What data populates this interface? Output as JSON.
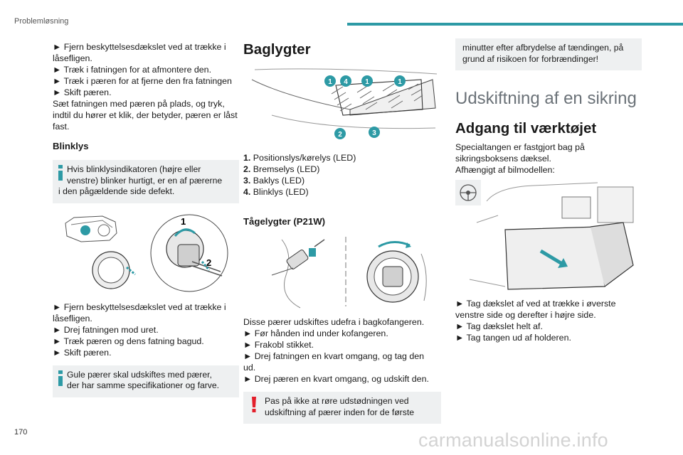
{
  "header": {
    "section": "Problemløsning",
    "accent": "#2d9aa5"
  },
  "page_number": "170",
  "watermark": "carmanualsonline.info",
  "col1": {
    "intro_lines": [
      "► Fjern beskyttelsesdækslet ved at trække i",
      "låsefligen.",
      "► Træk i fatningen for at afmontere den.",
      "► Træk i pæren for at fjerne den fra fatningen",
      "► Skift pæren.",
      "Sæt fatningen med pæren på plads, og tryk,",
      "indtil du hører et klik, der betyder, pæren er låst",
      "fast."
    ],
    "blinklys_heading": "Blinklys",
    "info_note_lines": [
      "Hvis blinklysindikatoren (højre eller",
      "venstre) blinker hurtigt, er en af pærerne",
      "i den pågældende side defekt."
    ],
    "fig_labels": [
      "1",
      "2"
    ],
    "steps_lines": [
      "► Fjern beskyttelsesdækslet ved at trække i",
      "låsefligen.",
      "► Drej fatningen mod uret.",
      "► Træk pæren og dens fatning bagud.",
      "► Skift pæren."
    ],
    "note2_lines": [
      "Gule pærer skal udskiftes med pærer,",
      "der har samme specifikationer og farve."
    ]
  },
  "col2": {
    "heading": "Baglygter",
    "fig_callouts": [
      "1",
      "4",
      "1",
      "1",
      "2",
      "3"
    ],
    "list": [
      {
        "num": "1.",
        "text": "Positionslys/kørelys (LED)"
      },
      {
        "num": "2.",
        "text": "Bremselys (LED)"
      },
      {
        "num": "3.",
        "text": "Baklys (LED)"
      },
      {
        "num": "4.",
        "text": "Blinklys (LED)"
      }
    ],
    "fog_heading": "Tågelygter (P21W)",
    "fog_lines": [
      "Disse pærer udskiftes udefra i bagkofangeren.",
      "► Før hånden ind under kofangeren.",
      "► Frakobl stikket.",
      "► Drej fatningen en kvart omgang, og tag den",
      "ud.",
      "► Drej pæren en kvart omgang, og udskift den."
    ],
    "warn_lines": [
      "Pas på ikke at røre udstødningen ved",
      "udskiftning af pærer inden for de første"
    ]
  },
  "col3": {
    "note_cont_lines": [
      "minutter efter afbrydelse af tændingen, på",
      "grund af risikoen for forbrændinger!"
    ],
    "fuse_heading": "Udskiftning af en sikring",
    "tool_heading": "Adgang til værktøjet",
    "tool_lines": [
      "Specialtangen er fastgjort bag på",
      "sikringsboksens dæksel.",
      "Afhængigt af bilmodellen:"
    ],
    "steps_lines": [
      "► Tag dækslet af ved at trække i øverste",
      "venstre side og derefter i højre side.",
      "► Tag dækslet helt af.",
      "► Tag tangen ud af holderen."
    ]
  }
}
